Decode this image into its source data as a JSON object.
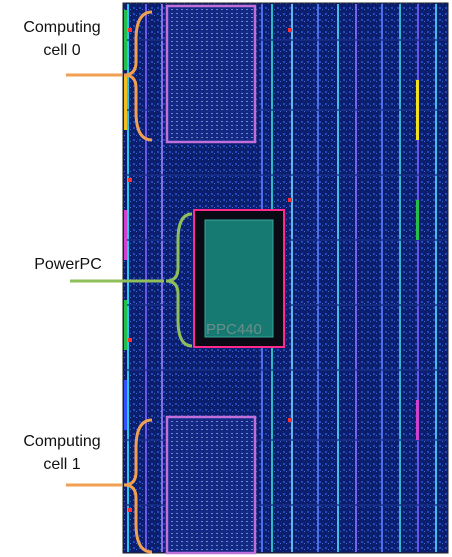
{
  "figure": {
    "annotations": [
      {
        "id": "cell0",
        "lines": [
          "Computing",
          "cell 0"
        ],
        "color": "#f0a050"
      },
      {
        "id": "ppc",
        "lines": [
          "PowerPC"
        ],
        "color": "#8fbf5a"
      },
      {
        "id": "cell1",
        "lines": [
          "Computing",
          "cell 1"
        ],
        "color": "#f0a050"
      }
    ],
    "chip_label": "PPC440",
    "colors": {
      "fabric": "#0b1f6e",
      "fabric_dark": "#071552",
      "grid_line": "#2a48c8",
      "cell_box": "#c070d8",
      "ppc_border": "#ff2a8a",
      "ppc_core": "#167a72",
      "ppc_frame": "#0a0a14"
    }
  }
}
